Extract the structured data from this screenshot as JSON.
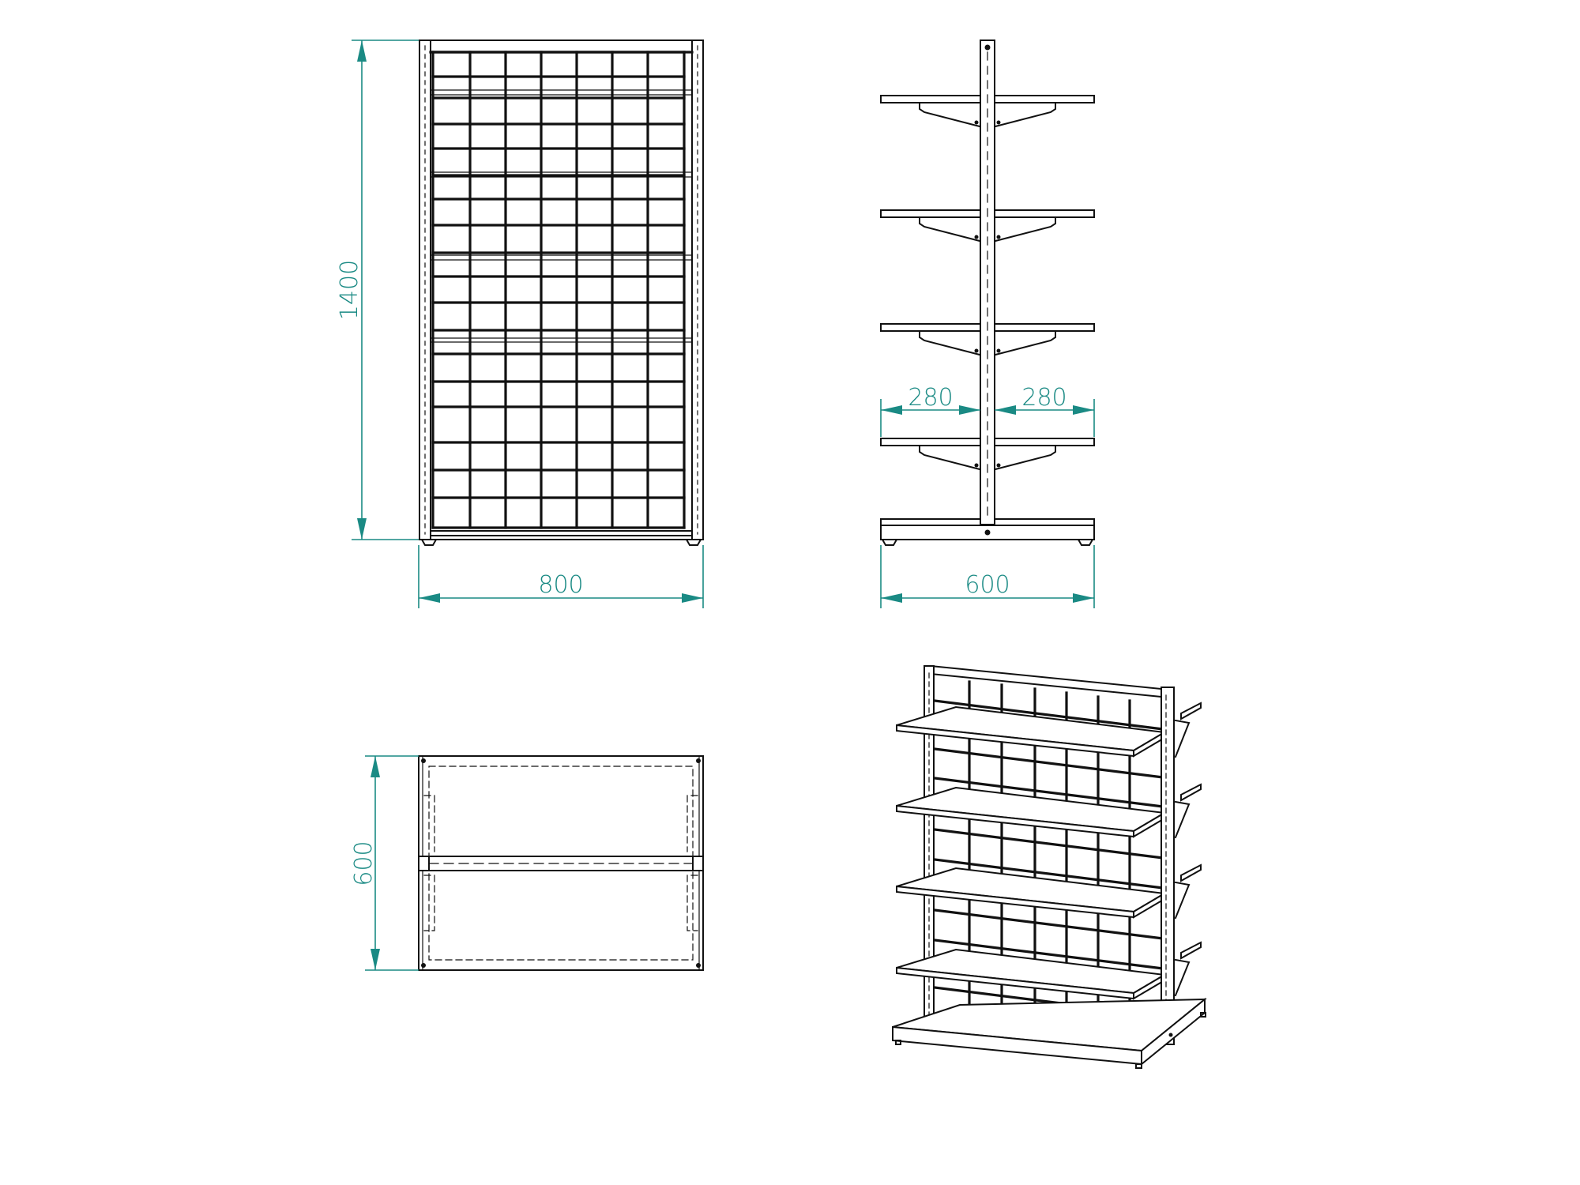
{
  "drawing": {
    "type": "technical drawing — double-sided gondola shelving with wire grid back panel",
    "views": [
      "front view",
      "side view",
      "top (plan) view",
      "isometric view"
    ],
    "line_color": "#111111",
    "dimension_color": "#1a8a84"
  },
  "front_view": {
    "height_label": "1400",
    "width_label": "800",
    "grid_columns": 7,
    "shelf_levels": 4
  },
  "side_view": {
    "left_depth_label": "280",
    "right_depth_label": "280",
    "base_width_label": "600",
    "shelves_per_side": 4
  },
  "plan_view": {
    "depth_label": "600"
  },
  "isometric_view": {
    "shelves": 4,
    "grid_columns": 7
  }
}
